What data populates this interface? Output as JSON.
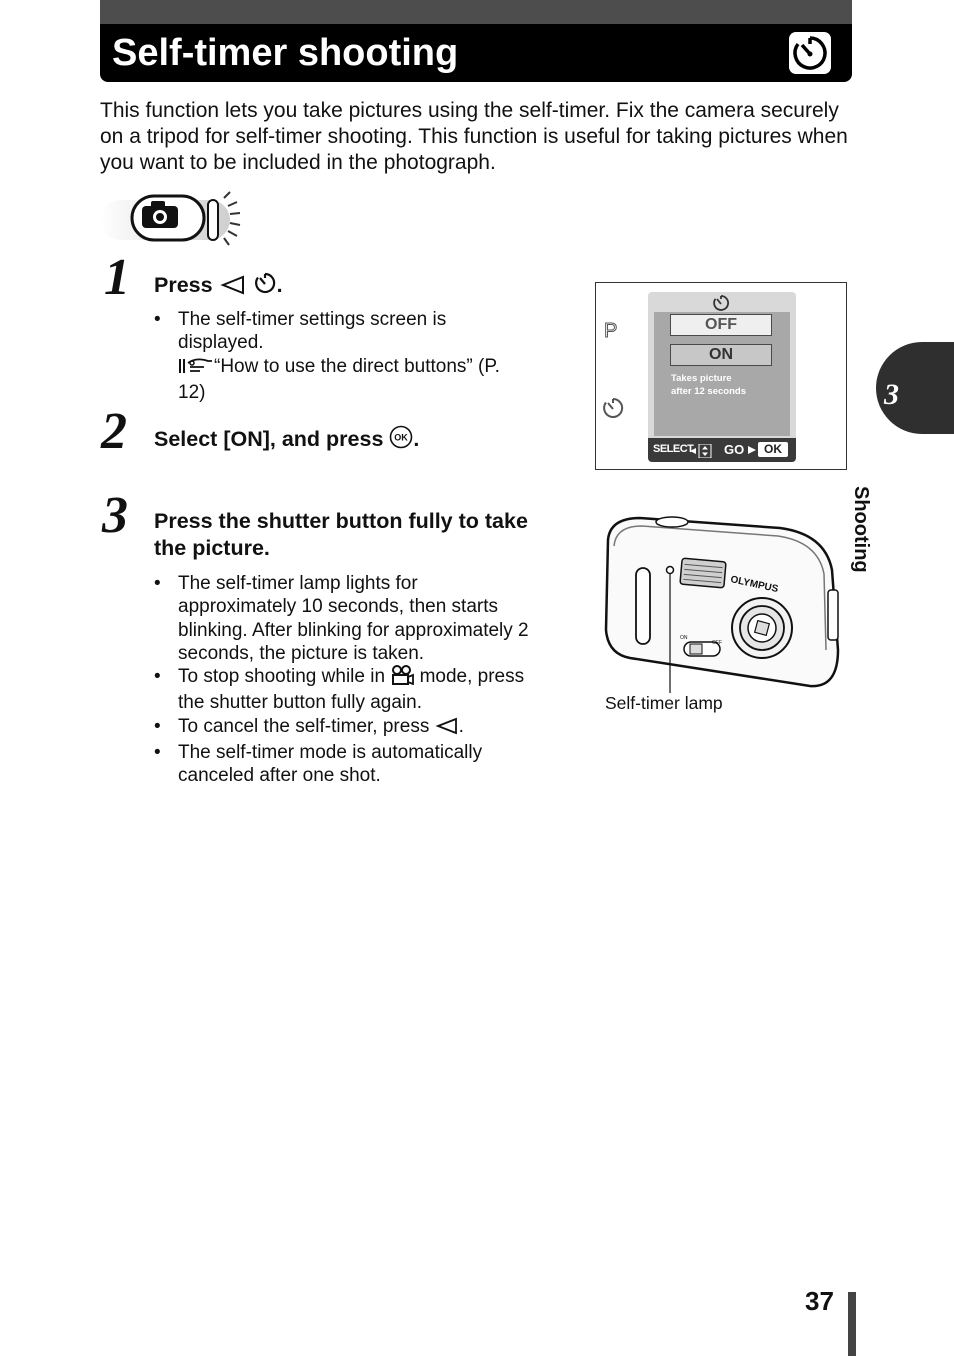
{
  "header": {
    "title": "Self-timer shooting",
    "icon": "self-timer-icon"
  },
  "intro": "This function lets you take pictures using the self-timer. Fix the camera securely on a tripod for self-timer shooting. This function is useful for taking pictures when you want to be included in the photograph.",
  "mode_dial_icon": "camera-mode-icon",
  "steps": [
    {
      "number": "1",
      "head_prefix": "Press",
      "head_suffix": ".",
      "head_icons": [
        "left-arrow-icon",
        "self-timer-icon"
      ],
      "bullets": [
        {
          "dot": "•",
          "text": "The self-timer settings screen is displayed."
        },
        {
          "ref_icon": "reference-hand-icon",
          "text": "“How to use the direct buttons” (P. 12)"
        }
      ]
    },
    {
      "number": "2",
      "head_prefix": "Select [ON], and press",
      "head_suffix": ".",
      "head_icons": [
        "ok-button-icon"
      ]
    },
    {
      "number": "3",
      "head": "Press the shutter button fully to take the picture.",
      "bullets": [
        {
          "dot": "•",
          "text": "The self-timer lamp lights for approximately 10 seconds, then starts blinking. After blinking for approximately 2 seconds, the picture is taken."
        },
        {
          "dot": "•",
          "text_before": "To stop shooting while in",
          "icon": "movie-mode-icon",
          "text_after": "mode, press the shutter button fully again."
        },
        {
          "dot": "•",
          "text_before": "To cancel the self-timer, press",
          "icon": "left-arrow-icon",
          "text_after": "."
        },
        {
          "dot": "•",
          "text": "The self-timer mode is automatically canceled after one shot."
        }
      ]
    }
  ],
  "screen": {
    "side_p": "P",
    "options": [
      "OFF",
      "ON"
    ],
    "selected": "ON",
    "note_line1": "Takes picture",
    "note_line2": "after 12 seconds",
    "select_label": "SELECT",
    "go_label": "GO",
    "ok_label": "OK"
  },
  "camera": {
    "brand": "OLYMPUS",
    "switch_on": "ON",
    "switch_off": "OFF",
    "callout": "Self-timer lamp"
  },
  "side_tab": {
    "number": "3",
    "label": "Shooting"
  },
  "page_number": "37"
}
